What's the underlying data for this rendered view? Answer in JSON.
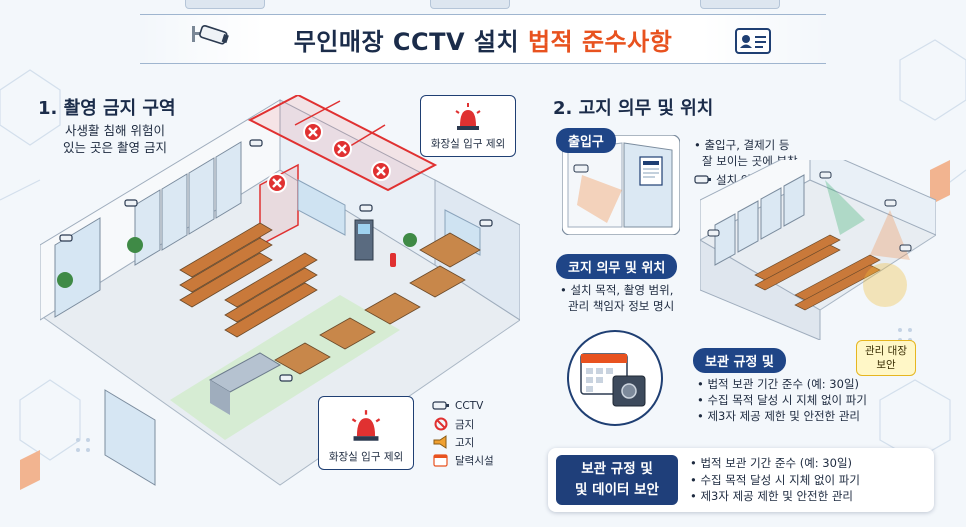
{
  "header": {
    "title_main": "무인매장 CCTV 설치 ",
    "title_highlight": "법적 준수사항",
    "camera_icon": "cctv-camera-icon",
    "doc_icon": "id-card-icon"
  },
  "section1": {
    "heading": "1. 촬영 금지 구역",
    "description": [
      "사생활 침해 위험이",
      "있는 곳은 촬영 금지"
    ],
    "callout_top": "화장실 입구 제외",
    "callout_bottom": "화장실 입구 제외",
    "legend": [
      {
        "icon": "cctv-icon",
        "label": "CCTV"
      },
      {
        "icon": "prohibited-icon",
        "label": "금지"
      },
      {
        "icon": "megaphone-icon",
        "label": "고지"
      },
      {
        "icon": "calendar-icon",
        "label": "달력시설"
      }
    ]
  },
  "section2": {
    "heading": "2. 고지 의무 및 위치",
    "entrance_tag": "출입구",
    "entrance_notes": [
      "출입구, 결제기 등",
      "잘 보이는 곳에 부착",
      "설치 안내"
    ],
    "notice_tag": "코지 의무 및 위치",
    "notice_notes": [
      "설치 목적, 촬영 범위,",
      "관리 책임자 정보 명시"
    ],
    "storage_tag": "보관 규정 및",
    "storage_notes": [
      "법적 보관 기간 준수 (예: 30일)",
      "수집 목적 달성 시 지체 없이 파기",
      "제3자 제공 제한 및 안전한 관리"
    ],
    "manager_label": [
      "관리 대장",
      "보안"
    ]
  },
  "bottom": {
    "label": [
      "보관 규정 및",
      "및 데이터 보안"
    ],
    "notes": [
      "법적 보관 기간 준수 (예: 30일)",
      "수집 목적 달성 시 지체 없이 파기",
      "제3자 제공 제한 및 안전한 관리"
    ]
  },
  "colors": {
    "navy": "#1f3f7a",
    "accent": "#e8521f",
    "prohibit": "#e03131",
    "aisle": "#d6ecd3"
  }
}
